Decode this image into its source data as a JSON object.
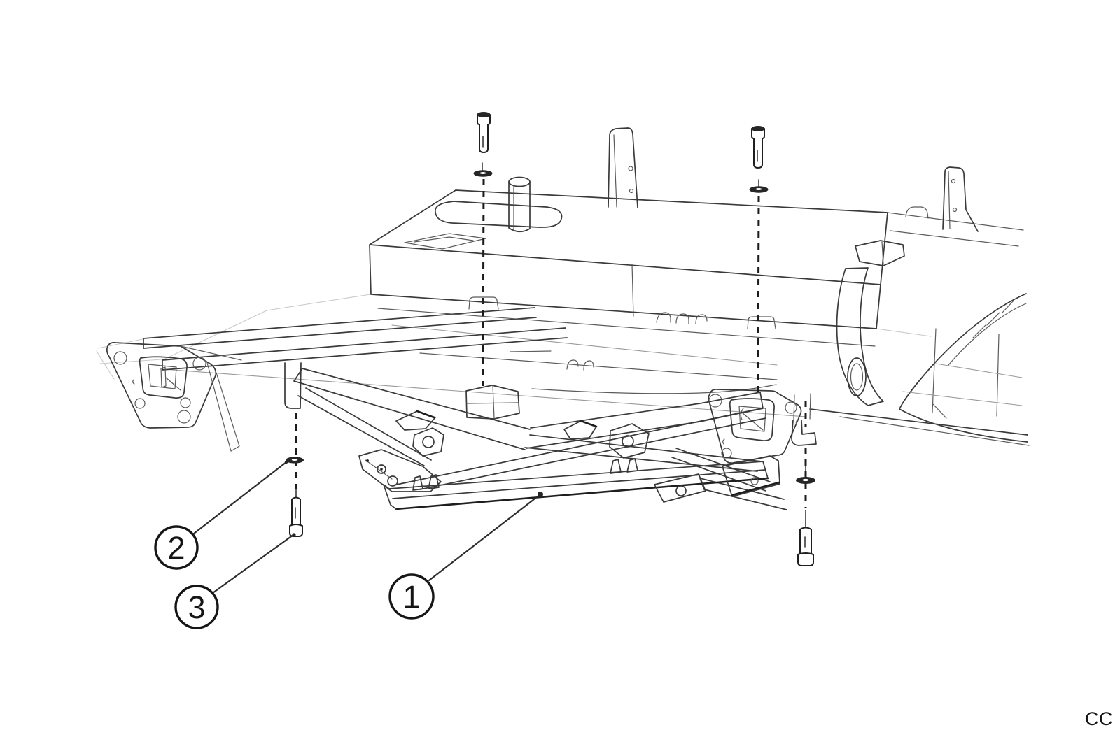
{
  "diagram": {
    "attribution": "CC",
    "background_color": "#ffffff",
    "line_color": "#3a3a3a",
    "fastener_color": "#1f1f1f",
    "callouts": [
      {
        "label": "1"
      },
      {
        "label": "2"
      },
      {
        "label": "3"
      }
    ]
  }
}
